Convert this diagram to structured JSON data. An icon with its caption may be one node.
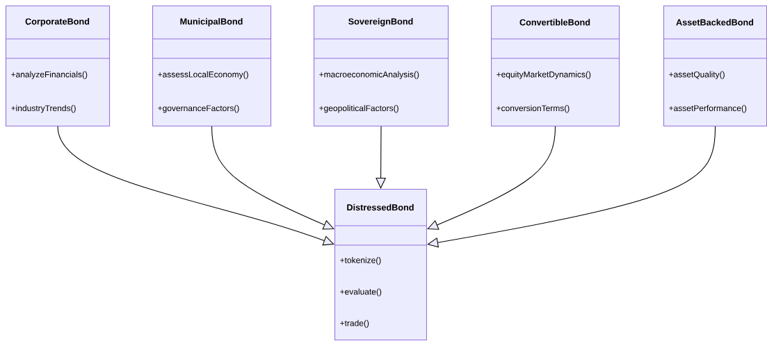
{
  "diagram": {
    "nodes": [
      {
        "text": [
          "CorporateBond",
          "+analyzeFinancials()",
          "+industryTrends()"
        ]
      },
      {
        "text": [
          "MunicipalBond",
          "+assessLocalEconomy()",
          "+governanceFactors()"
        ]
      },
      {
        "text": [
          "SovereignBond",
          "+macroeconomicAnalysis()",
          "+geopoliticalFactors()"
        ]
      },
      {
        "text": [
          "ConvertibleBond",
          "+equityMarketDynamics()",
          "+conversionTerms()"
        ]
      },
      {
        "text": [
          "AssetBackedBond",
          "+assetQuality()",
          "+assetPerformance()"
        ]
      },
      {
        "text": [
          "DistressedBond",
          "+tokenize()",
          "+evaluate()",
          "+trade()"
        ]
      }
    ],
    "edges": [
      {
        "from": 0,
        "to": 5,
        "arrow": "to"
      },
      {
        "from": 1,
        "to": 5,
        "arrow": "to"
      },
      {
        "from": 2,
        "to": 5,
        "arrow": "to"
      },
      {
        "from": 3,
        "to": 5,
        "arrow": "to"
      },
      {
        "from": 4,
        "to": 5,
        "arrow": "to"
      }
    ]
  }
}
